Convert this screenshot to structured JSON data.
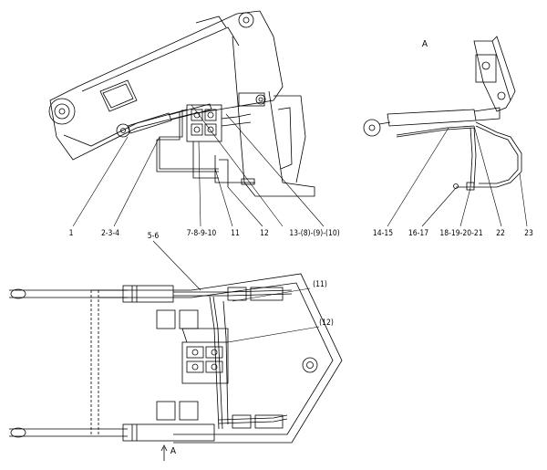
{
  "view_marker": "A",
  "view_marker_bottom": "A",
  "callouts_side": [
    {
      "id": "c1",
      "text": "1"
    },
    {
      "id": "c2",
      "text": "2-3-4"
    },
    {
      "id": "c3",
      "text": "5-6"
    },
    {
      "id": "c4",
      "text": "7-8-9-10"
    },
    {
      "id": "c5",
      "text": "11"
    },
    {
      "id": "c6",
      "text": "12"
    },
    {
      "id": "c7",
      "text": "13-(8)-(9)-(10)"
    }
  ],
  "callouts_view_a": [
    {
      "id": "c8",
      "text": "14-15"
    },
    {
      "id": "c9",
      "text": "16-17"
    },
    {
      "id": "c10",
      "text": "18-19-20-21"
    },
    {
      "id": "c11",
      "text": "22"
    },
    {
      "id": "c12",
      "text": "23"
    }
  ],
  "callouts_top": [
    {
      "id": "c13",
      "text": "(11)"
    },
    {
      "id": "c14",
      "text": "(12)"
    }
  ]
}
